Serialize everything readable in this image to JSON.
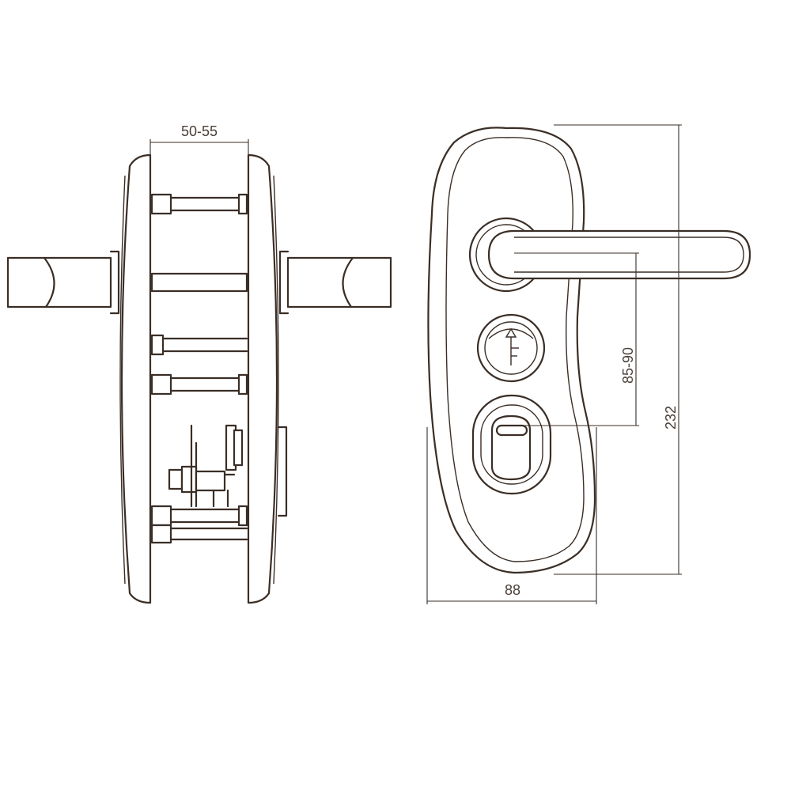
{
  "dimensions": {
    "door_thickness": "50-55",
    "handle_offset": "85-90",
    "height": "232",
    "width": "88"
  }
}
